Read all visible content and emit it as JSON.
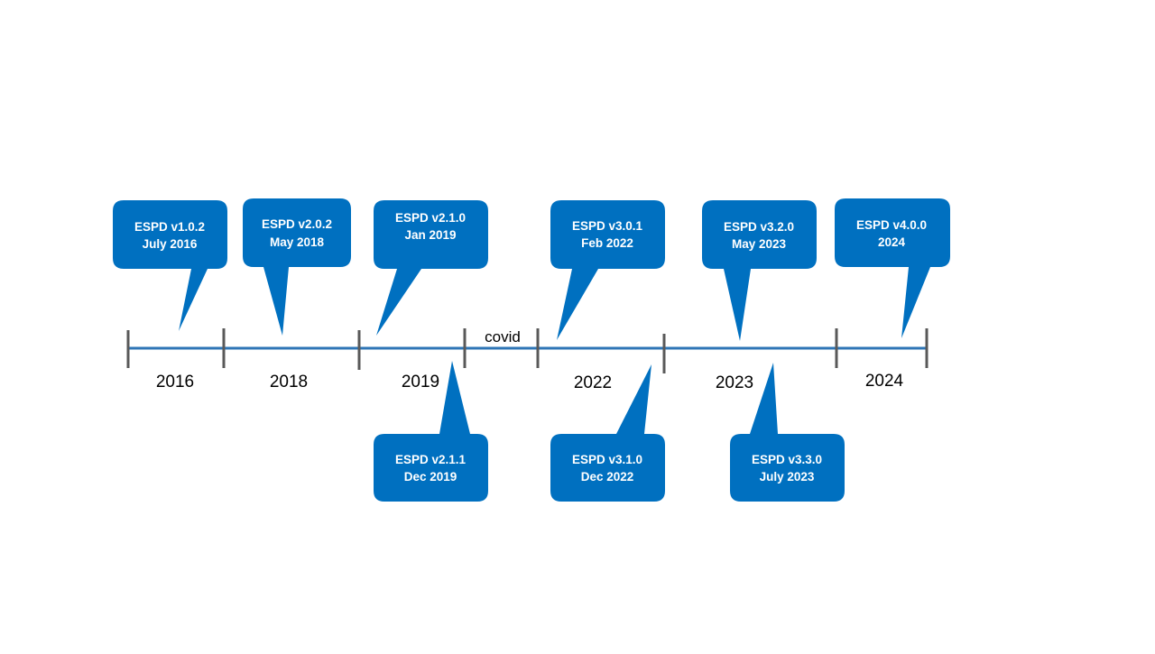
{
  "colors": {
    "callout_fill": "#0070C0",
    "callout_text": "#FFFFFF",
    "timeline_line": "#2E75B6",
    "tick_marks": "#595959",
    "label_text": "#000000"
  },
  "timeline": {
    "years": [
      "2016",
      "2018",
      "2019",
      "2022",
      "2023",
      "2024"
    ],
    "gap_label": "covid"
  },
  "releases_above": [
    {
      "version": "ESPD v1.0.2",
      "date": "July 2016"
    },
    {
      "version": "ESPD v2.0.2",
      "date": "May 2018"
    },
    {
      "version": "ESPD v2.1.0",
      "date": "Jan 2019"
    },
    {
      "version": "ESPD v3.0.1",
      "date": "Feb 2022"
    },
    {
      "version": "ESPD v3.2.0",
      "date": "May 2023"
    },
    {
      "version": "ESPD v4.0.0",
      "date": "2024"
    }
  ],
  "releases_below": [
    {
      "version": "ESPD v2.1.1",
      "date": "Dec 2019"
    },
    {
      "version": "ESPD v3.1.0",
      "date": "Dec 2022"
    },
    {
      "version": "ESPD v3.3.0",
      "date": "July 2023"
    }
  ]
}
